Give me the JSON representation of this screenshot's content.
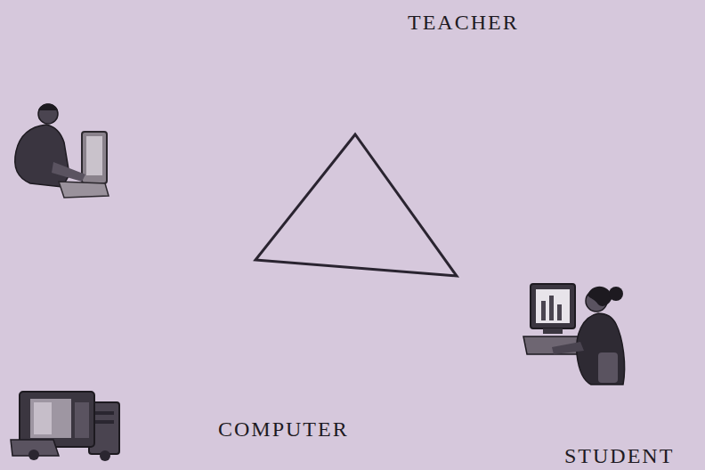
{
  "diagram": {
    "labels": [
      "TEACHER",
      "COMPUTER",
      "STUDENT"
    ]
  }
}
